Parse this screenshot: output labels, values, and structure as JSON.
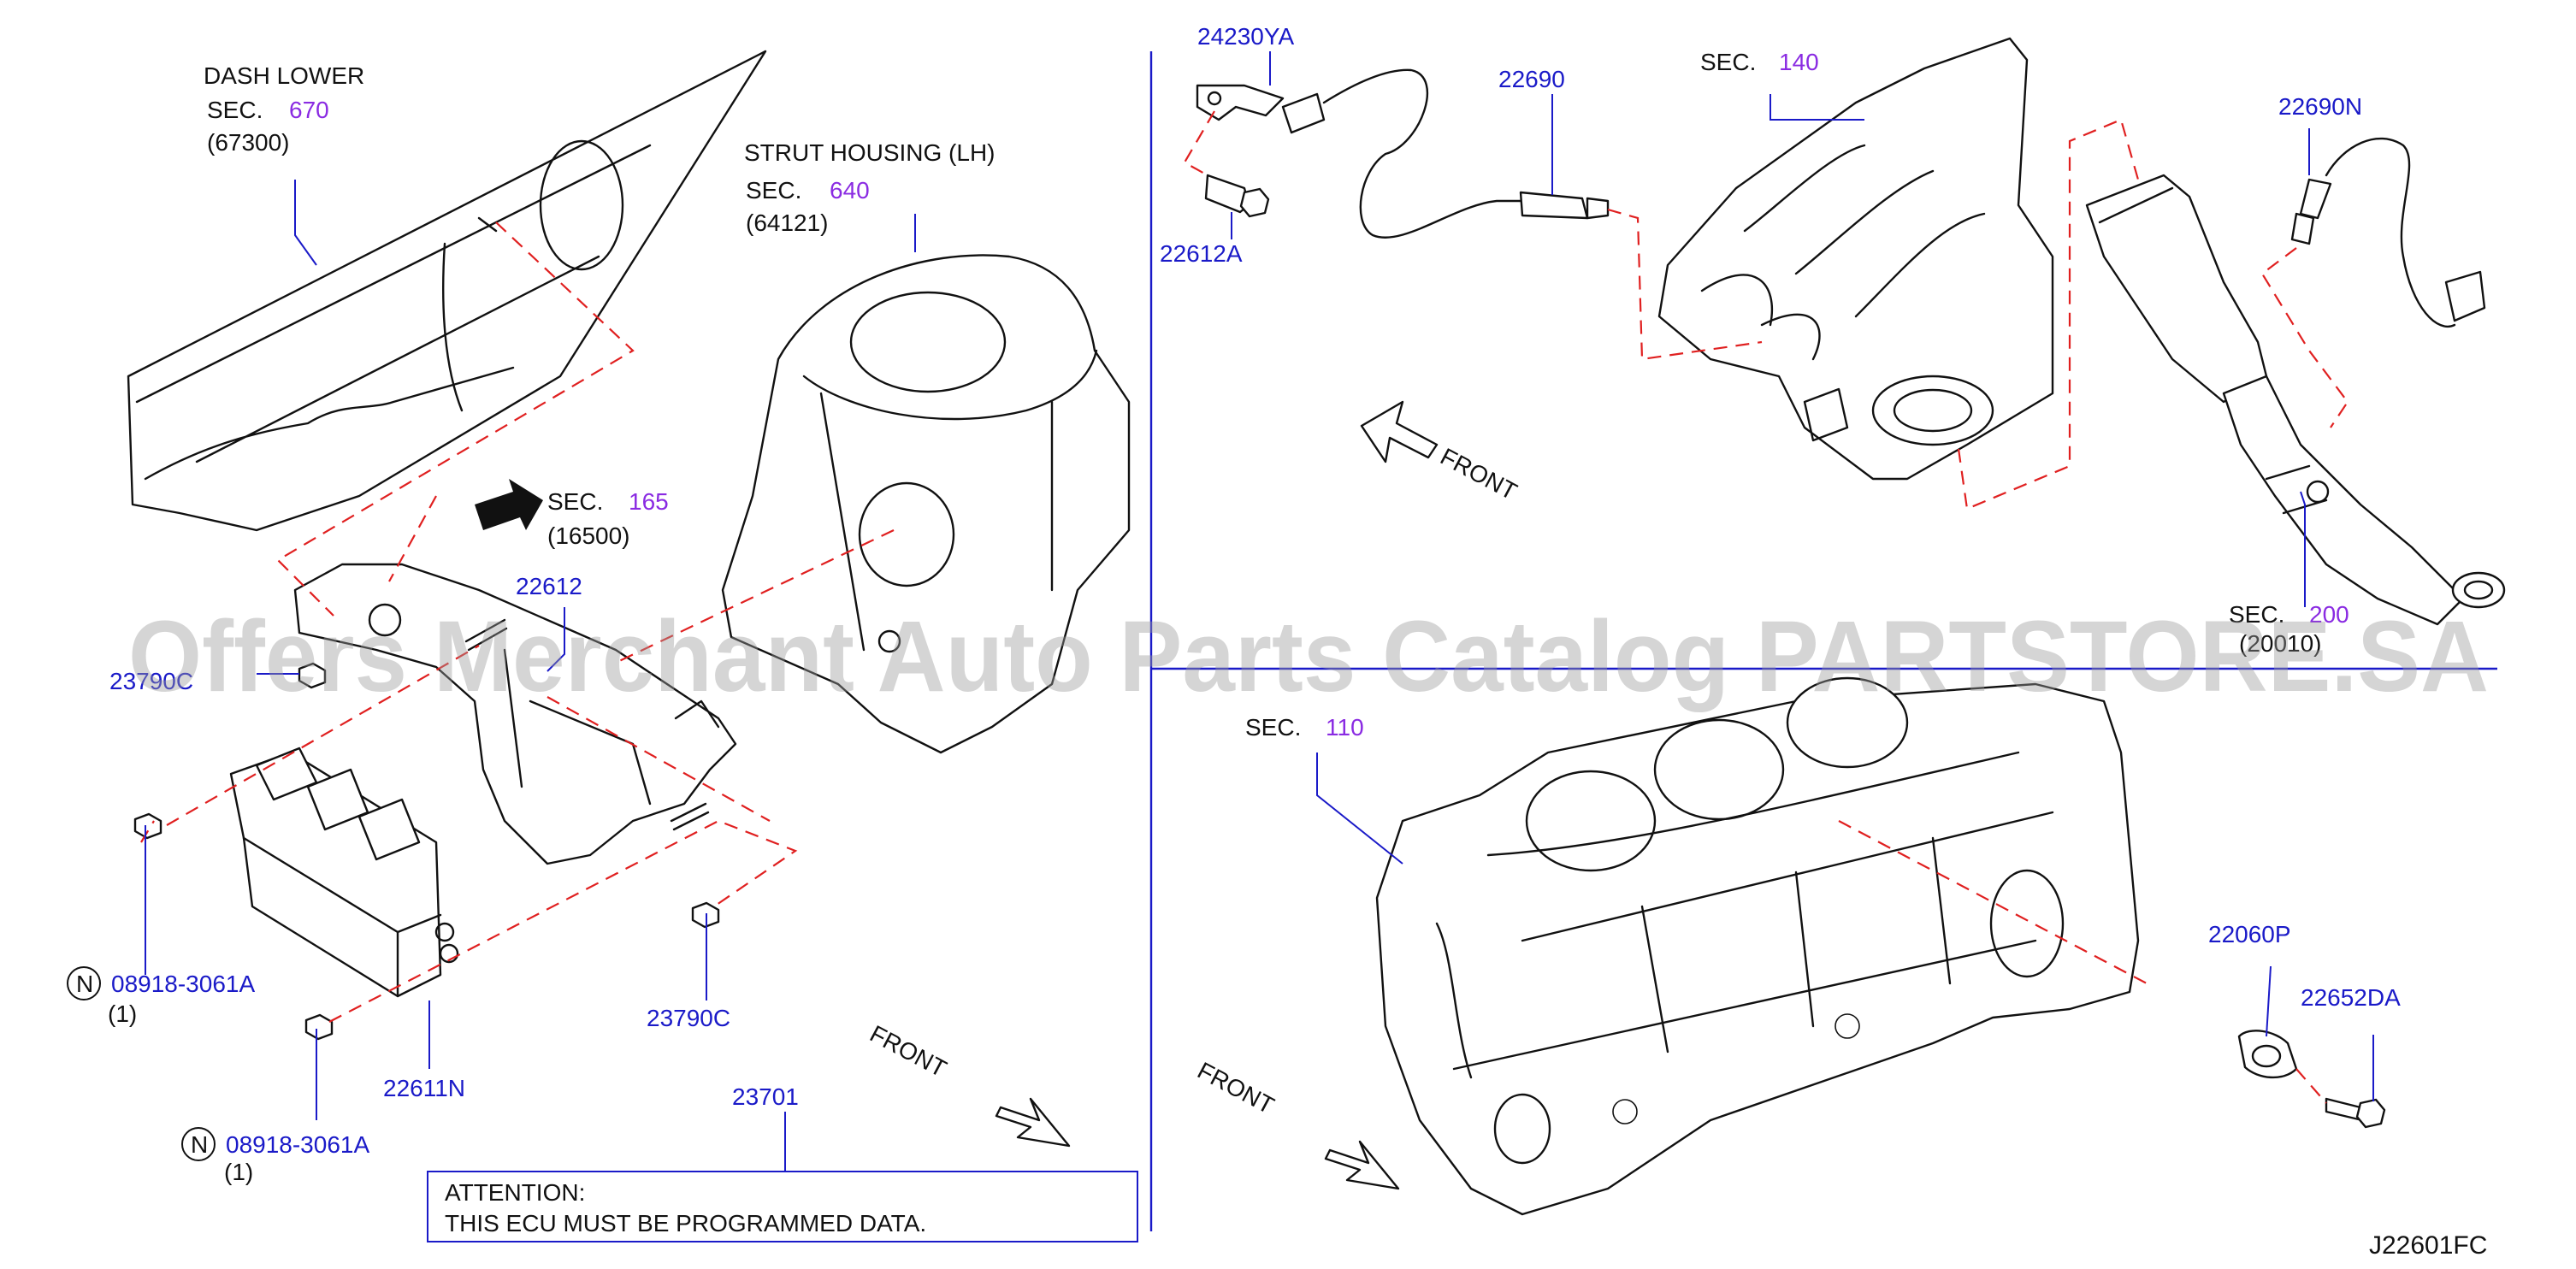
{
  "diagram_id": "J22601FC",
  "watermark": "Offers Merchant Auto Parts Catalog PARTSTORE.SA",
  "colors": {
    "part_number": "#1a1ac8",
    "section_number": "#8a2be2",
    "text": "#111111",
    "hidden_link": "#e02020"
  },
  "sections": {
    "dash_lower": {
      "name": "DASH  LOWER",
      "sec": "SEC.",
      "num": "670",
      "code": "(67300)"
    },
    "strut_housing": {
      "name": "STRUT  HOUSING  (LH)",
      "sec": "SEC.",
      "num": "640",
      "code": "(64121)"
    },
    "sec165": {
      "sec": "SEC.",
      "num": "165",
      "code": "(16500)"
    },
    "sec140": {
      "sec": "SEC.",
      "num": "140"
    },
    "sec200": {
      "sec": "SEC.",
      "num": "200",
      "code": "(20010)"
    },
    "sec110": {
      "sec": "SEC.",
      "num": "110"
    }
  },
  "parts": {
    "p22612": "22612",
    "p23790c_a": "23790C",
    "p23790c_b": "23790C",
    "p22611n": "22611N",
    "p08918_a": "08918-3061A",
    "p08918_b": "08918-3061A",
    "qty_a": "(1)",
    "qty_b": "(1)",
    "n_mark": "N",
    "p23701": "23701",
    "p24230ya": "24230YA",
    "p22612a": "22612A",
    "p22690": "22690",
    "p22690n": "22690N",
    "p22060p": "22060P",
    "p22652da": "22652DA"
  },
  "front_labels": {
    "f1": "FRONT",
    "f2": "FRONT",
    "f3": "FRONT"
  },
  "attention": {
    "line1": "ATTENTION:",
    "line2": "THIS  ECU  MUST  BE  PROGRAMMED  DATA."
  }
}
